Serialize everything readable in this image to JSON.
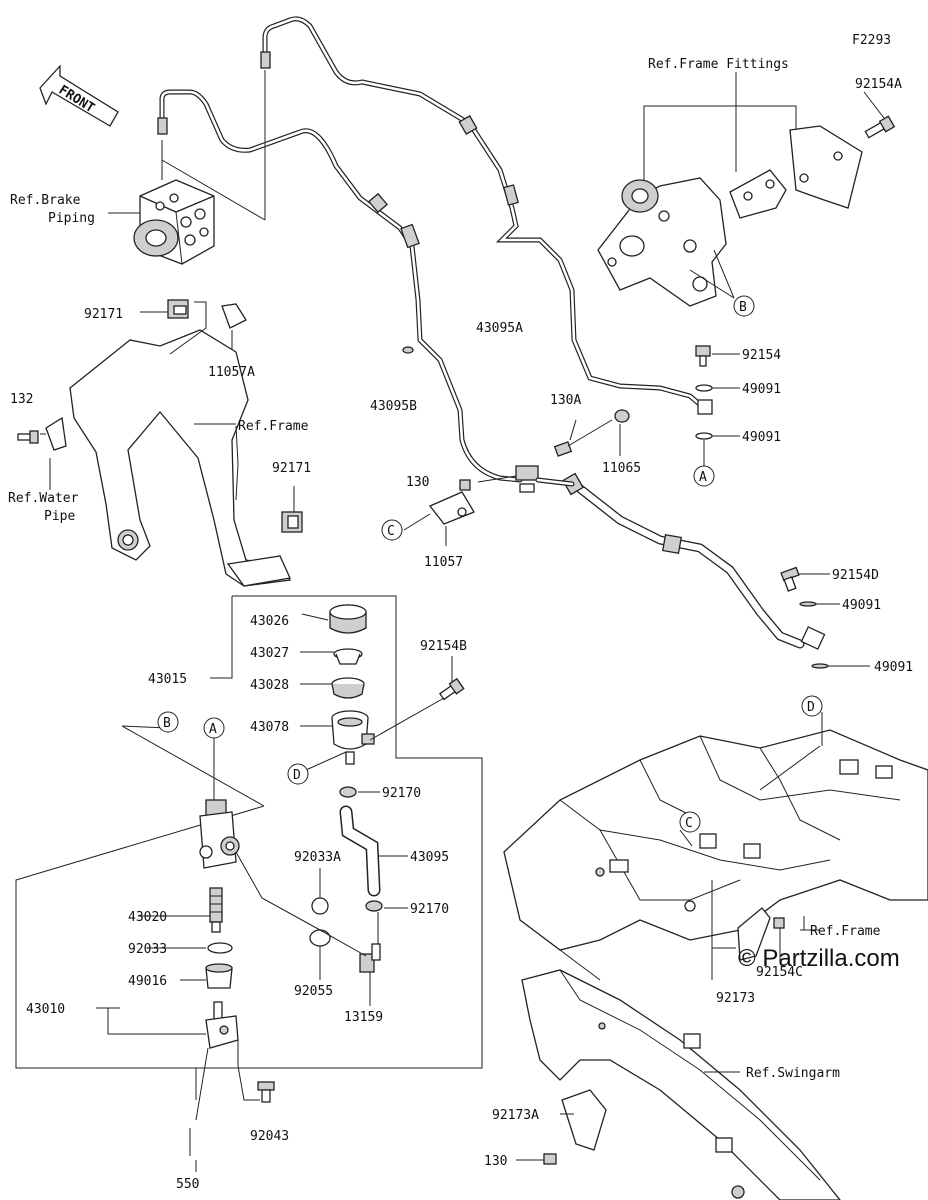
{
  "figure_code": "F2293",
  "front_label": "FRONT",
  "watermark": "© Partzilla.com",
  "callouts": [
    "A",
    "B",
    "C",
    "D"
  ],
  "labels": {
    "ref_frame_fittings": "Ref.Frame Fittings",
    "p92154A": "92154A",
    "ref_brake_piping_1": "Ref.Brake",
    "ref_brake_piping_2": "Piping",
    "p92171_top": "92171",
    "p11057A": "11057A",
    "p132": "132",
    "ref_frame_left": "Ref.Frame",
    "ref_water_pipe_1": "Ref.Water",
    "ref_water_pipe_2": "Pipe",
    "p92171_bot": "92171",
    "p43095A": "43095A",
    "p92154": "92154",
    "p49091_a": "49091",
    "p49091_b": "49091",
    "p43095B": "43095B",
    "p130A": "130A",
    "p11065": "11065",
    "p130": "130",
    "p11057": "11057",
    "p92154D": "92154D",
    "p49091_c": "49091",
    "p49091_d": "49091",
    "p43026": "43026",
    "p43027": "43027",
    "p43028": "43028",
    "p43078": "43078",
    "p43015": "43015",
    "p92154B": "92154B",
    "p92170_a": "92170",
    "p92033A": "92033A",
    "p43095": "43095",
    "p92170_b": "92170",
    "p43020": "43020",
    "p92033": "92033",
    "p49016": "49016",
    "p43010": "43010",
    "p92055": "92055",
    "p13159": "13159",
    "p92043": "92043",
    "p550": "550",
    "ref_frame_right": "Ref.Frame",
    "p92173": "92173",
    "p92154C": "92154C",
    "ref_swingarm": "Ref.Swingarm",
    "p92173A": "92173A",
    "p130_b": "130"
  }
}
